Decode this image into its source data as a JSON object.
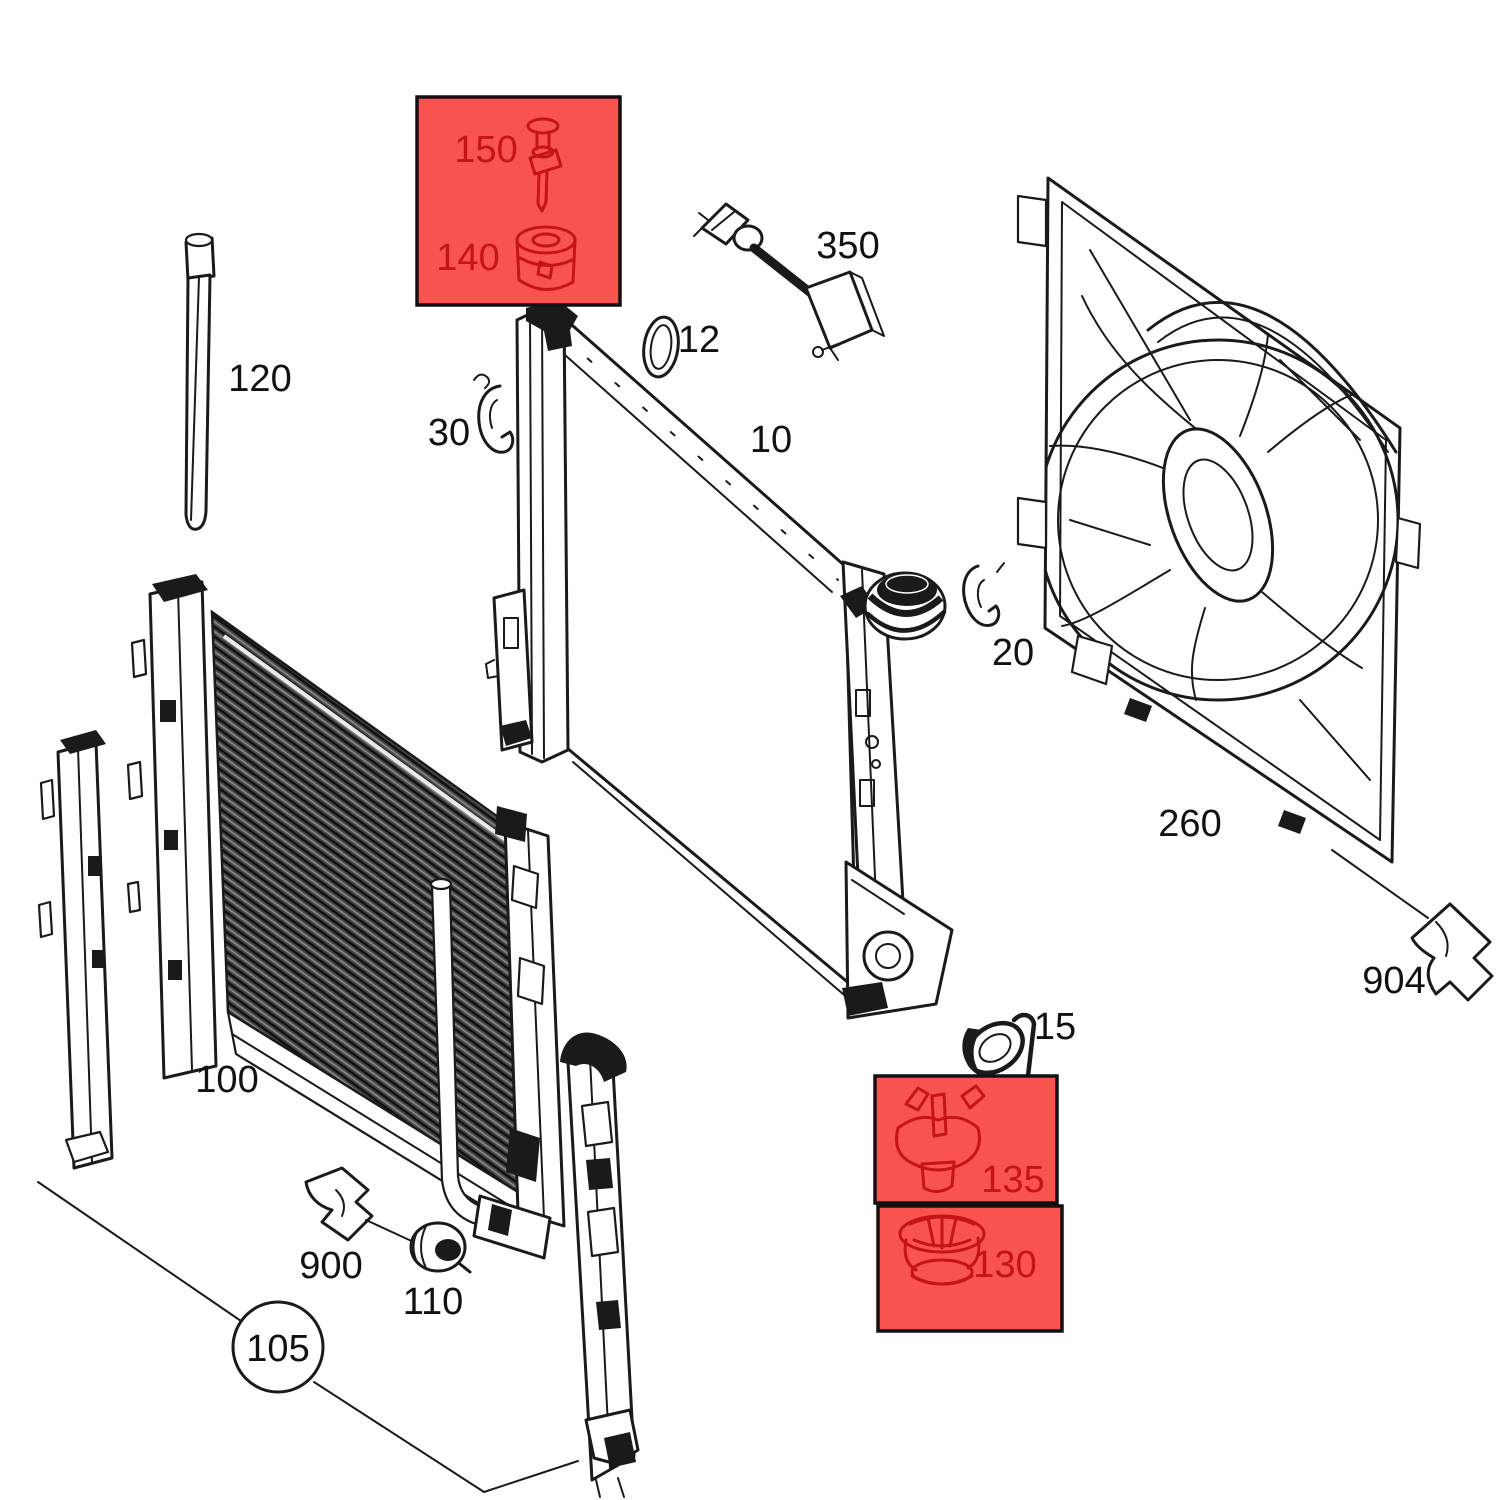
{
  "diagram": {
    "description_labels_units": "cooling-module exploded parts diagram",
    "highlighted_parts": [
      "150",
      "140",
      "135",
      "130"
    ],
    "colors": {
      "background": "#ffffff",
      "line": "#1a1a1a",
      "highlight_fill": "#f8534f",
      "highlight_border": "#111111",
      "highlight_ink": "#c41414",
      "label_ink": "#111111"
    },
    "labels": [
      {
        "id": "150",
        "text": "150",
        "color": "#c41414"
      },
      {
        "id": "140",
        "text": "140",
        "color": "#c41414"
      },
      {
        "id": "120",
        "text": "120",
        "color": "#111111"
      },
      {
        "id": "30",
        "text": "30",
        "color": "#111111"
      },
      {
        "id": "12",
        "text": "12",
        "color": "#111111"
      },
      {
        "id": "350",
        "text": "350",
        "color": "#111111"
      },
      {
        "id": "10",
        "text": "10",
        "color": "#111111"
      },
      {
        "id": "20",
        "text": "20",
        "color": "#111111"
      },
      {
        "id": "260",
        "text": "260",
        "color": "#111111"
      },
      {
        "id": "904",
        "text": "904",
        "color": "#111111"
      },
      {
        "id": "15",
        "text": "15",
        "color": "#111111"
      },
      {
        "id": "135",
        "text": "135",
        "color": "#c41414"
      },
      {
        "id": "130",
        "text": "130",
        "color": "#c41414"
      },
      {
        "id": "100",
        "text": "100",
        "color": "#111111"
      },
      {
        "id": "900",
        "text": "900",
        "color": "#111111"
      },
      {
        "id": "110",
        "text": "110",
        "color": "#111111"
      },
      {
        "id": "105",
        "text": "105",
        "color": "#111111"
      }
    ]
  }
}
